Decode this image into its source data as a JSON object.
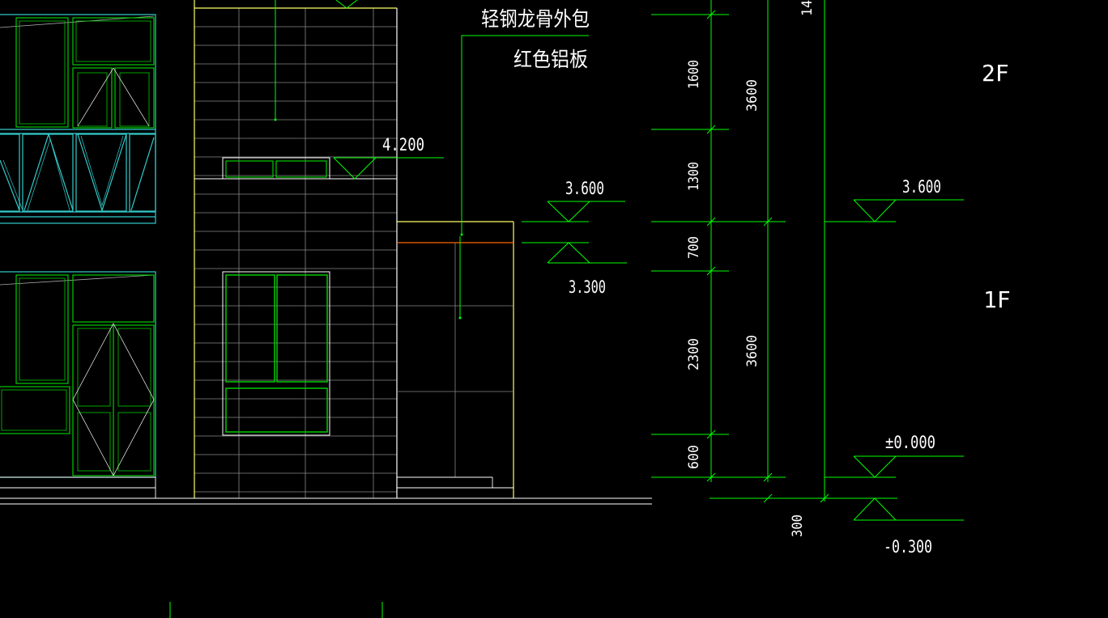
{
  "annotations": {
    "material_line1": "轻钢龙骨外包",
    "material_line2": "红色铝板"
  },
  "levels": {
    "lv_4200": "4.200",
    "lv_3600_a": "3.600",
    "lv_3300": "3.300",
    "lv_3600_b": "3.600",
    "lv_0000": "±0.000",
    "lv_m0300": "-0.300"
  },
  "floors": {
    "f2": "2F",
    "f1": "1F"
  },
  "dimensions": {
    "d1600": "1600",
    "d1300": "1300",
    "d700": "700",
    "d2300": "2300",
    "d600": "600",
    "d3600_upper": "3600",
    "d3600_lower": "3600",
    "d300": "300",
    "d14": "14"
  },
  "colors": {
    "background": "#000000",
    "dim_green": "#00ff00",
    "window_green": "#00cc00",
    "window_cyan": "#33cccc",
    "outline_yellow": "#ffff66",
    "accent_orange": "#ff6600",
    "line_white": "#ffffff",
    "panel_grey": "#888888"
  }
}
